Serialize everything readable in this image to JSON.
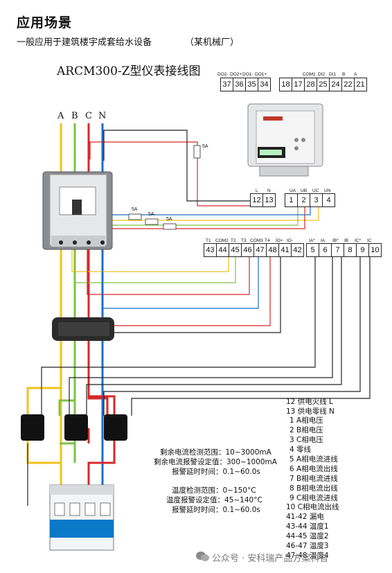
{
  "heading": "应用场景",
  "subtitle": {
    "text": "一般应用于建筑楼宇成套给水设备",
    "paren": "（某机械厂）"
  },
  "diagram_title": "ARCM300-Z型仪表接线图",
  "phases": [
    "A",
    "B",
    "C",
    "N"
  ],
  "top_terminals": {
    "cells": [
      "37",
      "36",
      "35",
      "34",
      "18",
      "17",
      "28",
      "25",
      "24",
      "22",
      "21"
    ],
    "labels": [
      "DO2-",
      "DO2+",
      "DO1-",
      "DO1+",
      "COM1",
      "DI2",
      "DI1",
      "B",
      "A"
    ]
  },
  "power_terminals": {
    "cells": [
      "12",
      "13"
    ],
    "labels": [
      "L",
      "N"
    ]
  },
  "voltage_terminals": {
    "cells": [
      "1",
      "2",
      "3",
      "4"
    ],
    "labels": [
      "UA",
      "UB",
      "UC",
      "UN"
    ]
  },
  "temp_terminals": {
    "cells": [
      "43",
      "44",
      "45",
      "46",
      "47",
      "48",
      "41",
      "42"
    ],
    "labels": [
      "T1",
      "COM2",
      "T2",
      "T3",
      "COM3",
      "T4",
      "IO+",
      "IO-"
    ]
  },
  "ct_terminals": {
    "cells": [
      "5",
      "6",
      "7",
      "8",
      "9",
      "10"
    ],
    "labels": [
      "IA*",
      "IA",
      "IB*",
      "IB",
      "IC*",
      "IC"
    ]
  },
  "fuses": [
    "5A",
    "5A",
    "5A",
    "5A"
  ],
  "specs": [
    "剩余电流检测范围：10~3000mA",
    "剩余电流报警设定值：300~1000mA",
    "报警延时时间：0.1~60.0s",
    "温度检测范围：0~150°C",
    "温度报警设定值：45~140°C",
    "报警延时时间：0.1~60.0s"
  ],
  "legend": [
    "12 供电火线 L",
    "13 供电零线 N",
    "1 A相电压",
    "2 B相电压",
    "3 C相电压",
    "4 零线",
    "5 A相电流进线",
    "6 A相电流出线",
    "7 B相电流进线",
    "8 B相电流出线",
    "9 C相电流进线",
    "10 C相电流出线",
    "41-42 漏电",
    "43-44 温度1",
    "44-45 温度2",
    "46-47 温度3",
    "47-48 温度4"
  ],
  "watermark": "公众号 · 安科瑞产品方案科普",
  "colors": {
    "phaseA": "#f2c21a",
    "phaseB": "#7cc243",
    "phaseC": "#d62828",
    "phaseN": "#1a6fc4"
  }
}
